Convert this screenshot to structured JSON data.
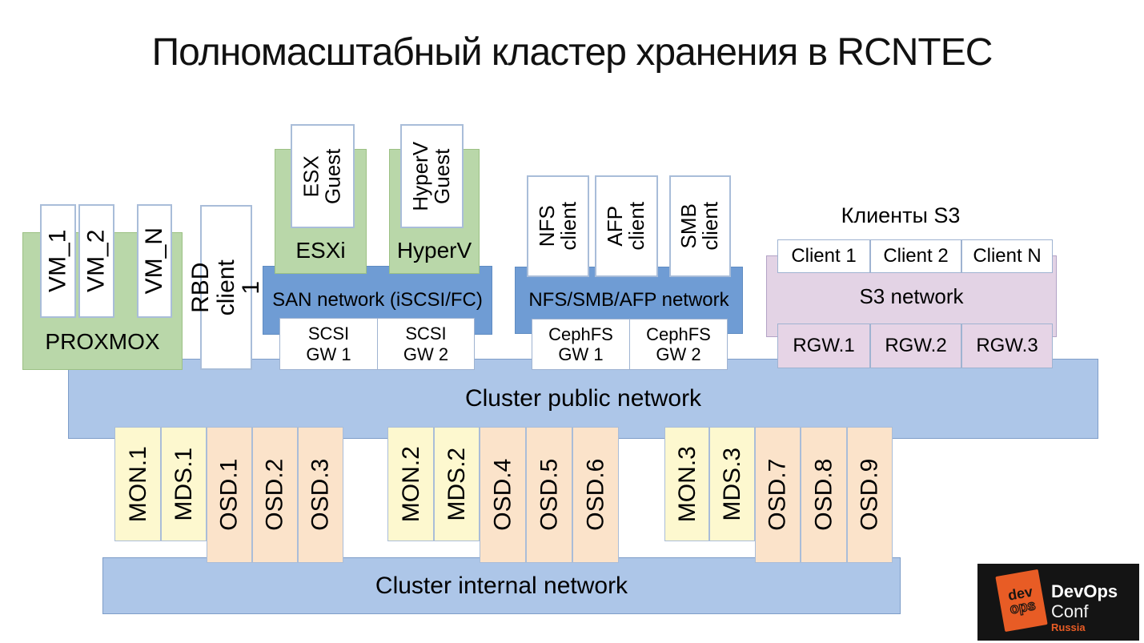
{
  "title": "Полномасштабный кластер хранения в RCNTEC",
  "proxmox": {
    "label": "PROXMOX",
    "vms": [
      "VM_1",
      "VM_2",
      "VM_N"
    ]
  },
  "rbd_client": "RBD client 1",
  "esxi": {
    "label": "ESXi",
    "guest": "ESX\nGuest"
  },
  "hyperv": {
    "label": "HyperV",
    "guest": "HyperV\nGuest"
  },
  "san_network": "SAN network (iSCSI/FC)",
  "scsi_gws": [
    "SCSI\nGW 1",
    "SCSI\nGW 2"
  ],
  "file_clients": [
    "NFS\nclient",
    "AFP\nclient",
    "SMB\nclient"
  ],
  "nas_network": "NFS/SMB/AFP network",
  "cephfs_gws": [
    "CephFS\nGW 1",
    "CephFS\nGW 2"
  ],
  "s3": {
    "title": "Клиенты S3",
    "clients": [
      "Client 1",
      "Client 2",
      "Client N"
    ],
    "network": "S3 network",
    "rgws": [
      "RGW.1",
      "RGW.2",
      "RGW.3"
    ]
  },
  "public_network": "Cluster public network",
  "node_groups": [
    {
      "mon": "MON.1",
      "mds": "MDS.1",
      "osds": [
        "OSD.1",
        "OSD.2",
        "OSD.3"
      ]
    },
    {
      "mon": "MON.2",
      "mds": "MDS.2",
      "osds": [
        "OSD.4",
        "OSD.5",
        "OSD.6"
      ]
    },
    {
      "mon": "MON.3",
      "mds": "MDS.3",
      "osds": [
        "OSD.7",
        "OSD.8",
        "OSD.9"
      ]
    }
  ],
  "internal_network": "Cluster internal network",
  "logo": {
    "badge_top": "dev",
    "badge_bottom": "ops",
    "line1": "DevOps",
    "line2": "Conf",
    "line3": "Russia"
  },
  "colors": {
    "hypervisor_green": "#b9d7a9",
    "frontend_network_blue": "#6f9cd4",
    "cluster_network_blue": "#adc6e8",
    "mon_mds_yellow": "#fdf8cf",
    "osd_orange": "#fbe3ca",
    "s3_purple": "#e3d3e5",
    "logo_orange": "#e85c25",
    "logo_black": "#141414"
  }
}
